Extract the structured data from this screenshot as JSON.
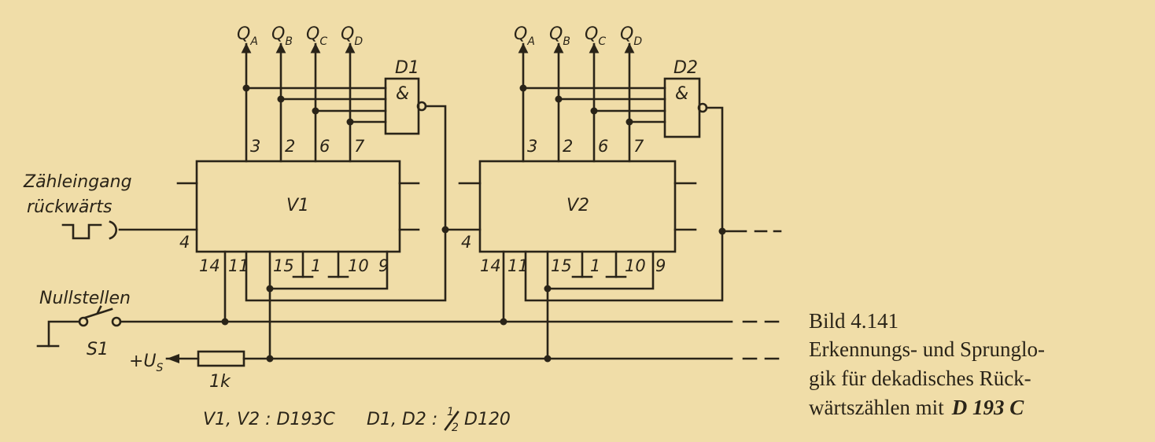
{
  "outputs": [
    {
      "letter": "Q",
      "sub": "A"
    },
    {
      "letter": "Q",
      "sub": "B"
    },
    {
      "letter": "Q",
      "sub": "C"
    },
    {
      "letter": "Q",
      "sub": "D"
    }
  ],
  "counters": [
    {
      "name": "V1",
      "gate": "D1",
      "gate_symbol": "&",
      "top_pins": [
        "3",
        "2",
        "6",
        "7"
      ],
      "clock_pin": "4",
      "bottom_pins": [
        "14",
        "11",
        "15",
        "1",
        "10",
        "9"
      ]
    },
    {
      "name": "V2",
      "gate": "D2",
      "gate_symbol": "&",
      "top_pins": [
        "3",
        "2",
        "6",
        "7"
      ],
      "clock_pin": "4",
      "bottom_pins": [
        "14",
        "11",
        "15",
        "1",
        "10",
        "9"
      ]
    }
  ],
  "input": {
    "line1": "Zähleingang",
    "line2": "rückwärts"
  },
  "reset": {
    "label": "Nullstellen",
    "switch": "S1"
  },
  "supply": {
    "plus": "+U",
    "sub": "S",
    "resistor": "1k"
  },
  "legend": {
    "counters": "V1, V2 : D193C",
    "gates_prefix": "D1, D2 :",
    "gates_num": "1",
    "gates_den": "2",
    "gates_type": "D120"
  },
  "caption": {
    "number": "Bild 4.141",
    "line1": "Erkennungs- und Sprunglo-",
    "line2": "gik für dekadisches Rück-",
    "line3": "wärtszählen mit",
    "part": "D 193 C"
  }
}
